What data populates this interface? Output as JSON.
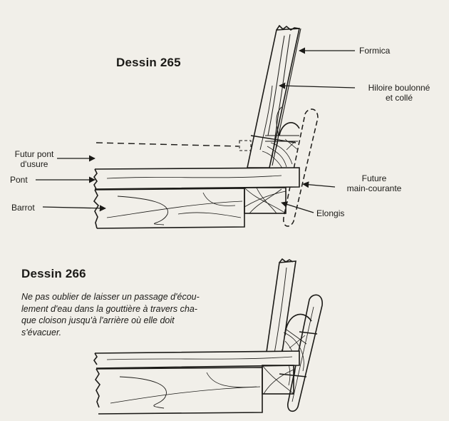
{
  "dessin265": {
    "title": "Dessin 265",
    "labels": {
      "formica": "Formica",
      "hiloire_line1": "Hiloire boulonné",
      "hiloire_line2": "et collé",
      "futur_pont_line1": "Futur pont",
      "futur_pont_line2": "d'usure",
      "pont": "Pont",
      "barrot": "Barrot",
      "future_main_line1": "Future",
      "future_main_line2": "main-courante",
      "elongis": "Elongis"
    }
  },
  "dessin266": {
    "title": "Dessin 266",
    "note_lines": [
      "Ne pas oublier de laisser un passage d'écou-",
      "lement d'eau dans la gouttière à travers cha-",
      "que cloison jusqu'à l'arrière où elle doit",
      "s'évacuer."
    ]
  },
  "colors": {
    "ink": "#1b1a17",
    "paper": "#f1efe9"
  }
}
